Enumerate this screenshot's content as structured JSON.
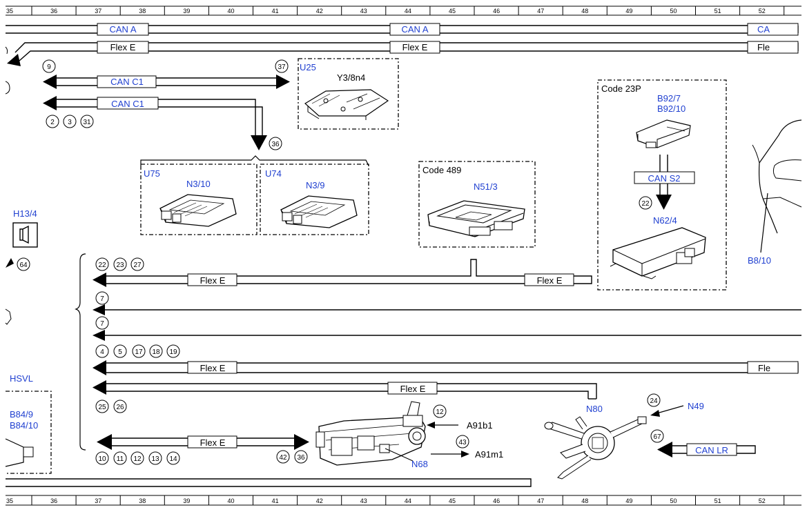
{
  "ruler": {
    "numbers": [
      "35",
      "36",
      "37",
      "38",
      "39",
      "40",
      "41",
      "42",
      "43",
      "44",
      "45",
      "46",
      "47",
      "48",
      "49",
      "50",
      "51",
      "52"
    ]
  },
  "bus_labels": {
    "can_a": "CAN A",
    "can_a_cut": "CA",
    "flex_e": "Flex E",
    "flex_e_cut": "Fle",
    "can_c1": "CAN C1",
    "can_s2": "CAN S2",
    "can_lr": "CAN LR"
  },
  "components": {
    "u25": "U25",
    "y3_8n4": "Y3/8n4",
    "u75": "U75",
    "n3_10": "N3/10",
    "u74": "U74",
    "n3_9": "N3/9",
    "code_489": "Code 489",
    "n51_3": "N51/3",
    "code_23p": "Code 23P",
    "b92_7": "B92/7",
    "b92_10": "B92/10",
    "n62_4": "N62/4",
    "b8_10": "B8/10",
    "h13_4": "H13/4",
    "hsvl": "HSVL",
    "b84_9": "B84/9",
    "b84_10": "B84/10",
    "n80": "N80",
    "n49": "N49",
    "n68": "N68",
    "a91b1": "A91b1",
    "a91m1": "A91m1"
  },
  "refs": {
    "r9": "9",
    "r37": "37",
    "r2": "2",
    "r3": "3",
    "r31": "31",
    "r36": "36",
    "r22": "22",
    "r64": "64",
    "r22b": "22",
    "r23": "23",
    "r27": "27",
    "r7a": "7",
    "r7b": "7",
    "r4": "4",
    "r5": "5",
    "r17": "17",
    "r18": "18",
    "r19": "19",
    "r25": "25",
    "r26": "26",
    "r12": "12",
    "r43": "43",
    "r24": "24",
    "r67": "67",
    "r10": "10",
    "r11": "11",
    "r12b": "12",
    "r13": "13",
    "r14": "14",
    "r42": "42",
    "r36b": "36"
  }
}
